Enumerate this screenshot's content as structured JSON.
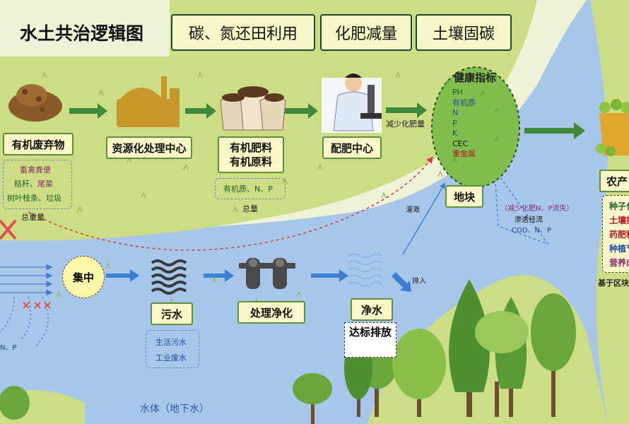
{
  "title": "水土共治逻辑图",
  "top_boxes": [
    "碳、氮还田利用",
    "化肥减量",
    "土壤固碳"
  ],
  "row1": {
    "organic_waste": "有机废弃物",
    "waste_items": [
      {
        "text": "畜禽粪便",
        "color": "#8e2a6b"
      },
      {
        "text": "秸秆、",
        "color": "#1f5f2a",
        "text2": "尾菜",
        "color2": "#8e2a6b"
      },
      {
        "text": "树叶枝条、垃圾",
        "color": "#1f5f2a"
      }
    ],
    "total_weight": "总重量",
    "resource_center": "资源化处理中心",
    "fertilizer_lines": [
      "有机肥料",
      "有机原料"
    ],
    "fertilizer_note": "有机质、N、P",
    "total_amount": "总量",
    "blending_center": "配肥中心",
    "reduce_fertilizer": "减少化肥量",
    "health_title": "健康指标",
    "health_items": [
      {
        "text": "PH",
        "color": "#1f5f2a"
      },
      {
        "text": "有机质",
        "color": "#1f4fa0"
      },
      {
        "text": "N",
        "color": "#1f4fa0"
      },
      {
        "text": "P",
        "color": "#1f4fa0"
      },
      {
        "text": "K",
        "color": "#1f4fa0"
      },
      {
        "text": "CEC",
        "color": "#111111"
      },
      {
        "text": "重金属",
        "color": "#b01e1e"
      }
    ],
    "plot": "地块",
    "irrigation": "灌溉",
    "loss_note": "（减少化肥N、P流失）",
    "seepage": "渗透径流",
    "cod_note": "COD、N、P"
  },
  "row2": {
    "gather": "集中",
    "sewage": "污水",
    "sewage_items": [
      "生活污水",
      "工业废水"
    ],
    "treatment": "处理净化",
    "clean_water": "净水",
    "discharge": "排入",
    "standard": "达标排放",
    "np_note": "N、P"
  },
  "right": {
    "farm_products": "农产",
    "items": [
      {
        "text": "种子化",
        "color": "#1f5f2a"
      },
      {
        "text": "土壤损",
        "color": "#b01e1e"
      },
      {
        "text": "药肥科",
        "color": "#b01e1e"
      },
      {
        "text": "种植节",
        "color": "#1f4fa0"
      },
      {
        "text": "营养成",
        "color": "#8e2a6b"
      }
    ],
    "based_on": "基于区块"
  },
  "water_body": "水体（地下水）",
  "colors": {
    "land": "#cddd86",
    "river": "#a8c6ea",
    "arrow_green": "#3f8a3a",
    "arrow_blue": "#3b7fd0",
    "label_fill": "#fbf7c8",
    "label_border": "#5f8f3a"
  }
}
